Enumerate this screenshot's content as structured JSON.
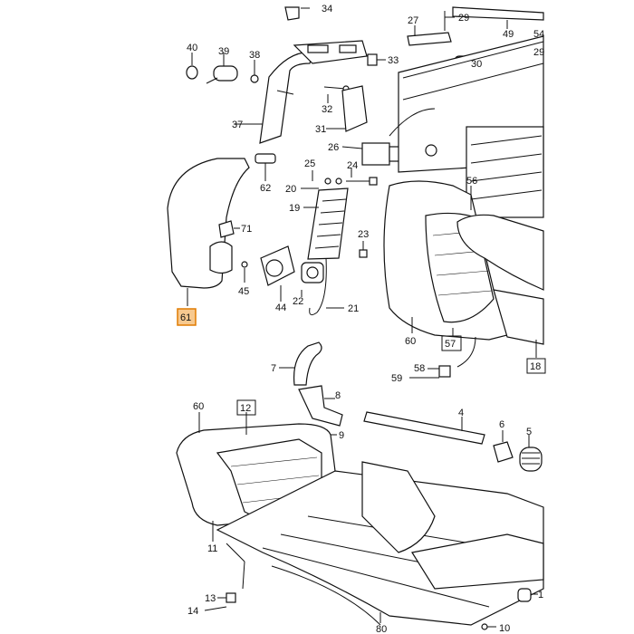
{
  "labels": {
    "p40": "40",
    "p39": "39",
    "p38": "38",
    "p37": "37",
    "p34": "34",
    "p27": "27",
    "p29": "29",
    "p49": "49",
    "p54": "54",
    "p33": "33",
    "p30": "30",
    "p32": "32",
    "p31": "31",
    "p26": "26",
    "p25": "25",
    "p24": "24",
    "p20": "20",
    "p19": "19",
    "p62": "62",
    "p71": "71",
    "p45": "45",
    "p44": "44",
    "p22": "22",
    "p23": "23",
    "p21": "21",
    "p56": "56",
    "p60a": "60",
    "p57": "57",
    "p18": "18",
    "p58": "58",
    "p59": "59",
    "p61": "61",
    "p7": "7",
    "p8": "8",
    "p9": "9",
    "p12": "12",
    "p60b": "60",
    "p4": "4",
    "p6": "6",
    "p5": "5",
    "p11": "11",
    "p13": "13",
    "p14": "14",
    "p80": "80",
    "p10": "10",
    "p1": "1",
    "p29b": "29"
  },
  "colors": {
    "highlight_fill": "#f7c98f",
    "highlight_stroke": "#e07b00",
    "ink": "#111111"
  }
}
